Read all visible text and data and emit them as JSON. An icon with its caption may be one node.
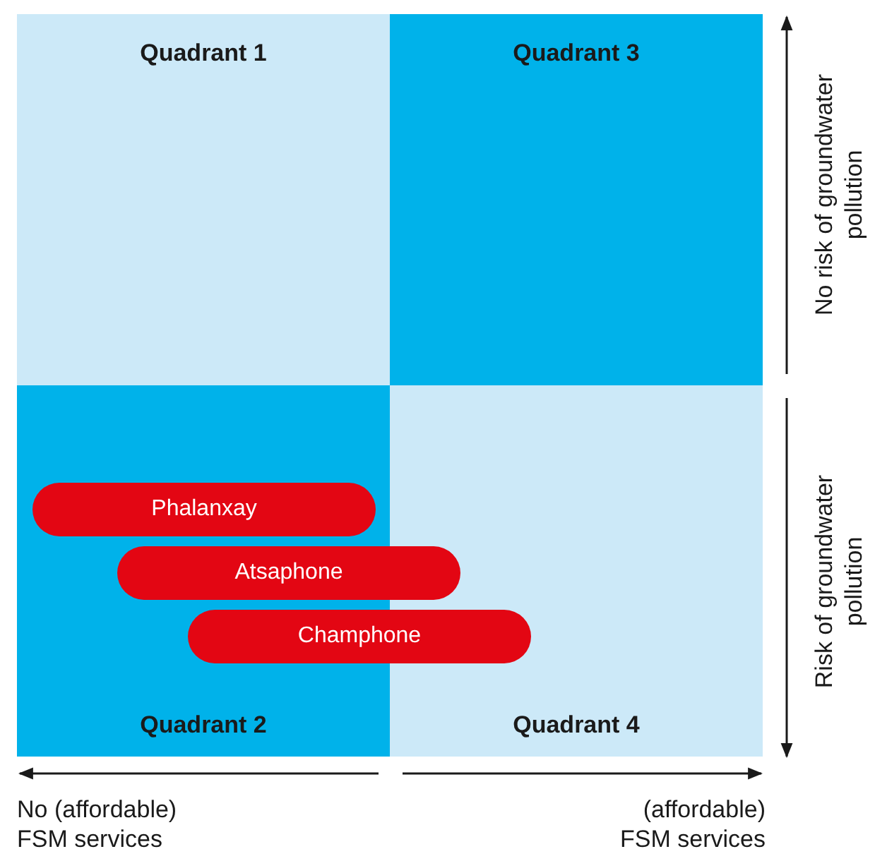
{
  "diagram": {
    "nodes": [
      {
        "text": [
          "Quadrant 1"
        ]
      },
      {
        "text": [
          "Quadrant 3"
        ]
      },
      {
        "text": [
          "Quadrant 2"
        ]
      },
      {
        "text": [
          "Quadrant 4"
        ]
      },
      {
        "text": [
          "Phalanxay"
        ],
        "in": 2
      },
      {
        "text": [
          "Atsaphone"
        ]
      },
      {
        "text": [
          "Champhone"
        ]
      }
    ],
    "labels": [
      "No risk of groundwater pollution",
      "Risk of groundwater pollution",
      "No (affordable) FSM services",
      "(affordable) FSM services"
    ]
  }
}
